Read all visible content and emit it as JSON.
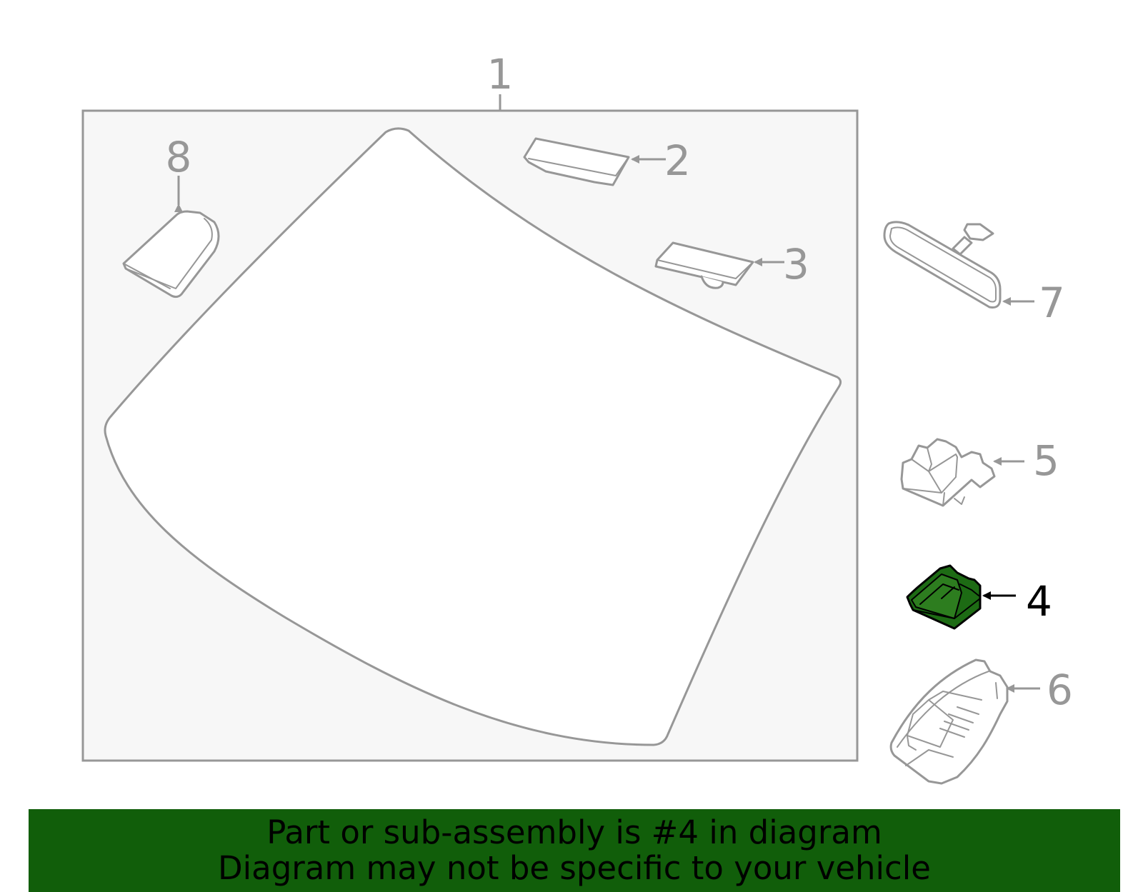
{
  "diagram": {
    "callouts": [
      "1",
      "2",
      "3",
      "4",
      "5",
      "6",
      "7",
      "8"
    ],
    "highlighted_part": "4",
    "colors": {
      "line": "#979797",
      "frame_fill": "#f7f7f7",
      "highlight_fill": "#1d6b14",
      "highlight_stroke": "#000000",
      "banner_bg": "#115e0a"
    }
  },
  "banner": {
    "line1": "Part or sub-assembly is #4 in diagram",
    "line2": "Diagram may not be specific to your vehicle"
  }
}
